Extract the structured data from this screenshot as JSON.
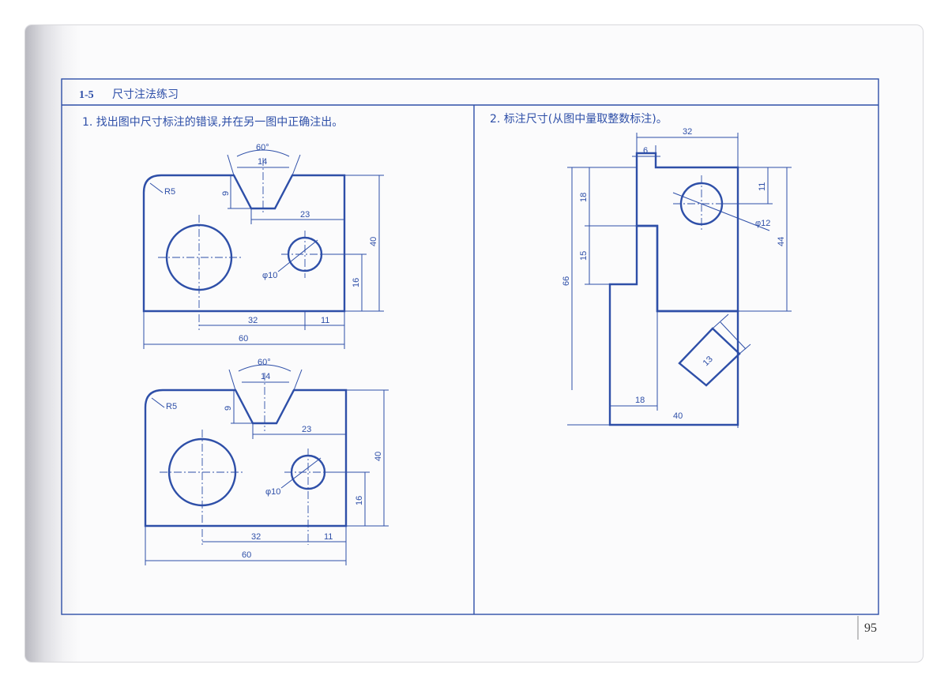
{
  "header": {
    "section_number": "1-5",
    "section_title": "尺寸注法练习"
  },
  "question1": {
    "text": "1. 找出图中尺寸标注的错误,并在另一图中正确注出。"
  },
  "question2": {
    "text": "2. 标注尺寸(从图中量取整数标注)。"
  },
  "figure_a": {
    "angle": "60°",
    "slot_top": "14",
    "slot_depth": "9",
    "radius": "R5",
    "hole_offset": "23",
    "hole_dia": "φ10",
    "height": "40",
    "hole_height": "16",
    "hole_x": "32",
    "right_offset": "11",
    "width": "60"
  },
  "figure_b": {
    "angle": "60°",
    "slot_top": "14",
    "slot_depth": "9",
    "radius": "R5",
    "hole_offset": "23",
    "hole_dia": "φ10",
    "height": "40",
    "hole_height": "16",
    "hole_x": "32",
    "right_offset": "11",
    "width": "60"
  },
  "figure_c": {
    "top_width": "32",
    "notch_width": "6",
    "hole_top": "11",
    "hole_dia": "φ12",
    "upper_height": "18",
    "mid_height": "15",
    "right_height": "44",
    "total_height": "66",
    "slot_width": "13",
    "bottom_step": "18",
    "bottom_width": "40"
  },
  "page_number": "95"
}
